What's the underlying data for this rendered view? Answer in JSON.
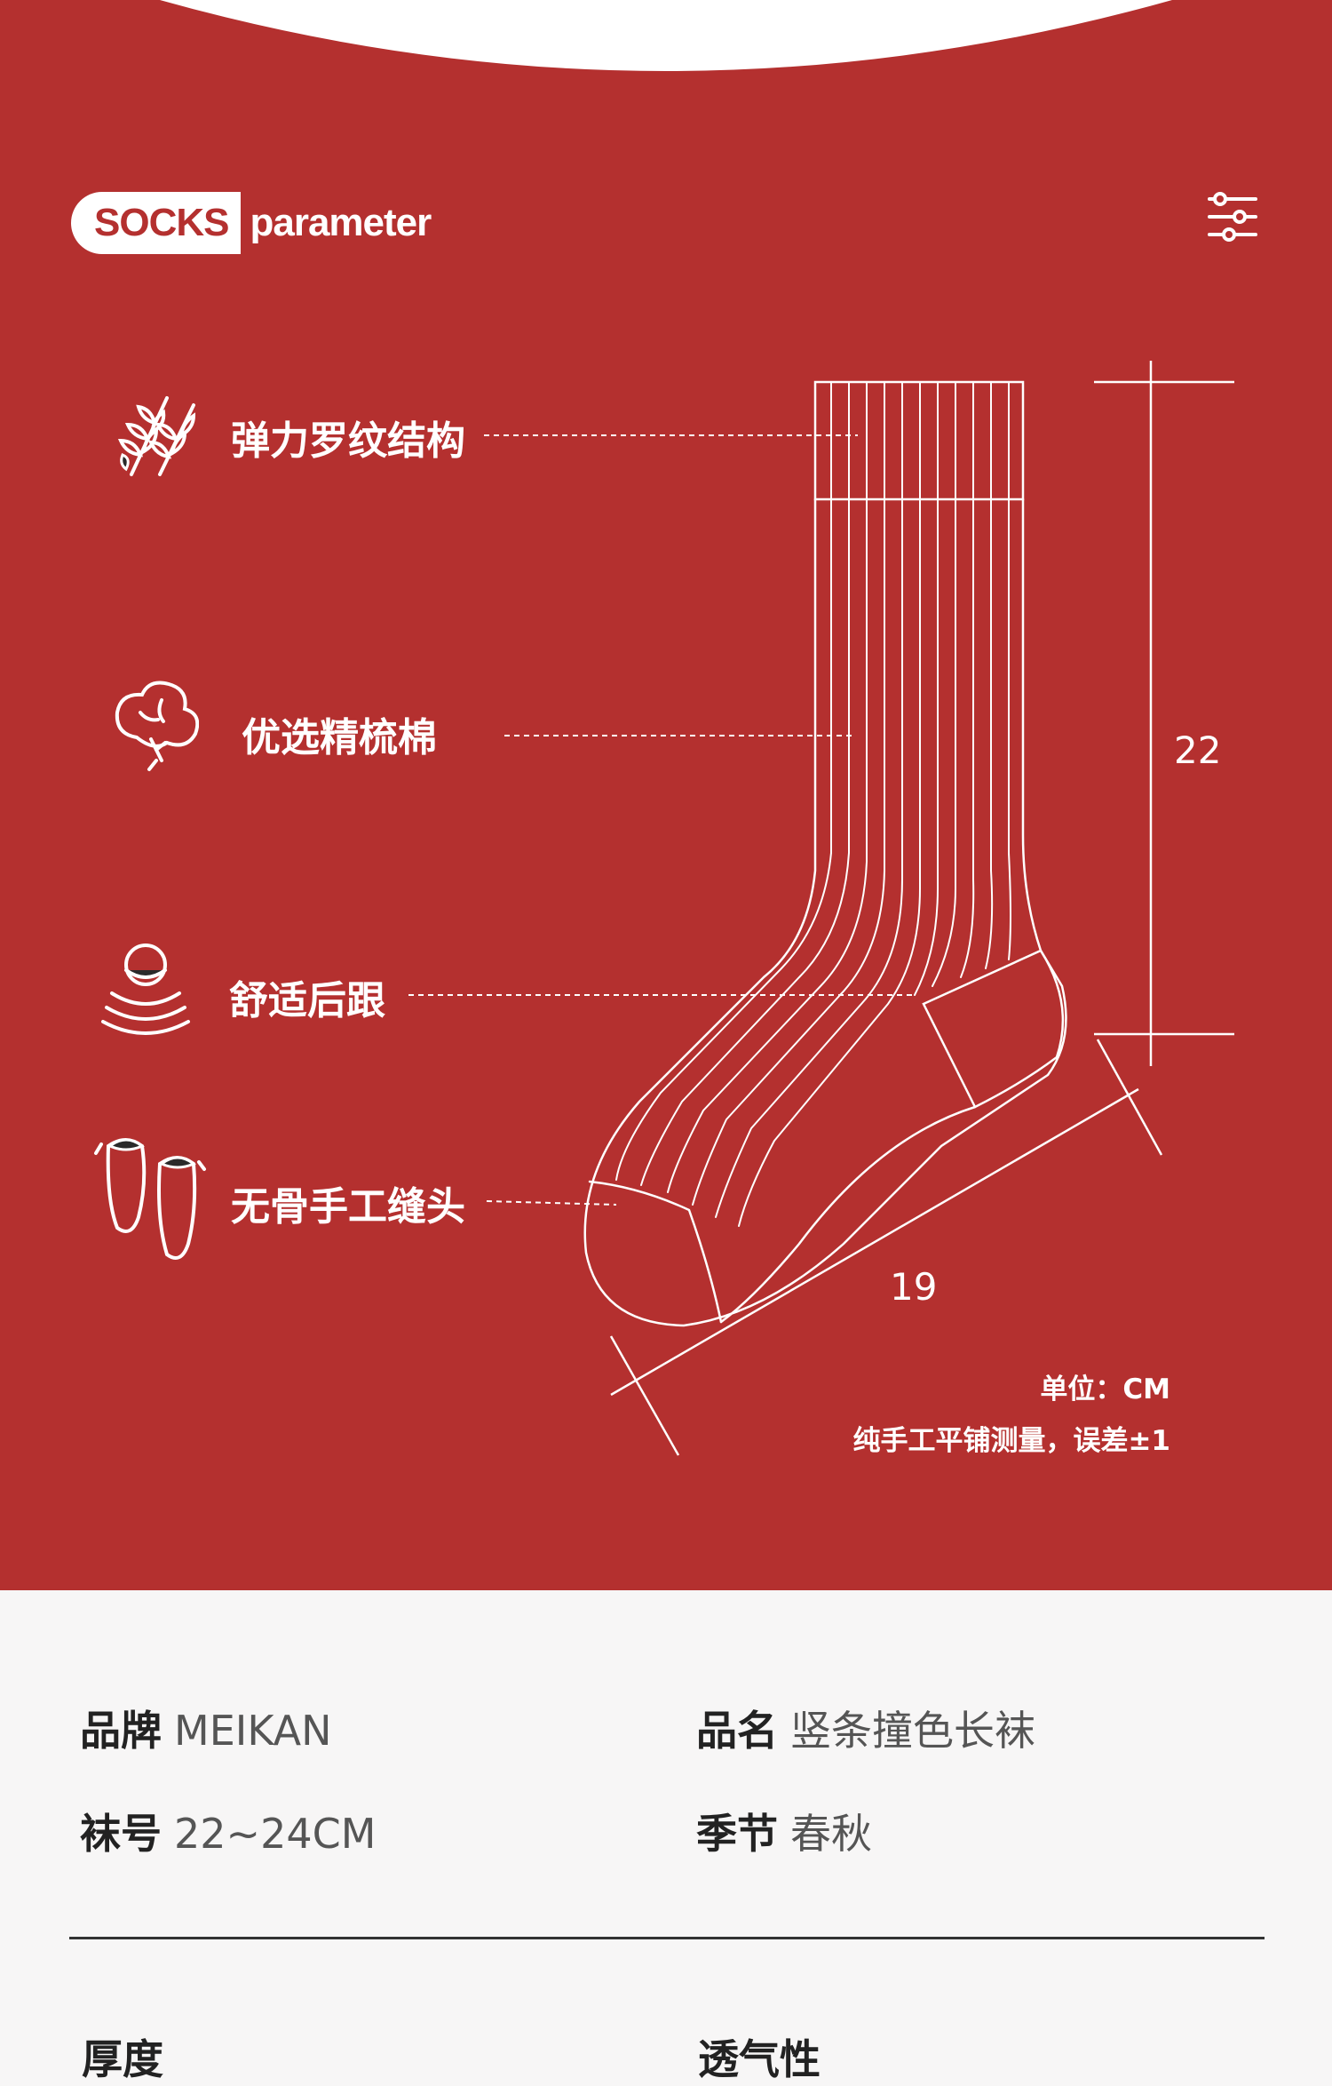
{
  "header": {
    "badge_socks": "SOCKS",
    "badge_param": "parameter"
  },
  "features": [
    {
      "label": "弹力罗纹结构",
      "icon": "wheat-icon"
    },
    {
      "label": "优选精梳棉",
      "icon": "cotton-icon"
    },
    {
      "label": "舒适后跟",
      "icon": "heel-cushion-icon"
    },
    {
      "label": "无骨手工缝头",
      "icon": "toe-seam-icon"
    }
  ],
  "dimensions": {
    "height": "22",
    "length": "19"
  },
  "notes": {
    "unit": "单位：CM",
    "error": "纯手工平铺测量，误差±1"
  },
  "specs": [
    {
      "key": "品牌",
      "value": "MEIKAN"
    },
    {
      "key": "品名",
      "value": "竖条撞色长袜"
    },
    {
      "key": "袜号",
      "value": "22~24CM"
    },
    {
      "key": "季节",
      "value": "春秋"
    }
  ],
  "sections": {
    "thickness": "厚度",
    "breathability": "透气性"
  },
  "colors": {
    "brand_red": "#b4302f",
    "white": "#ffffff",
    "page_bg": "#f7f6f6"
  }
}
